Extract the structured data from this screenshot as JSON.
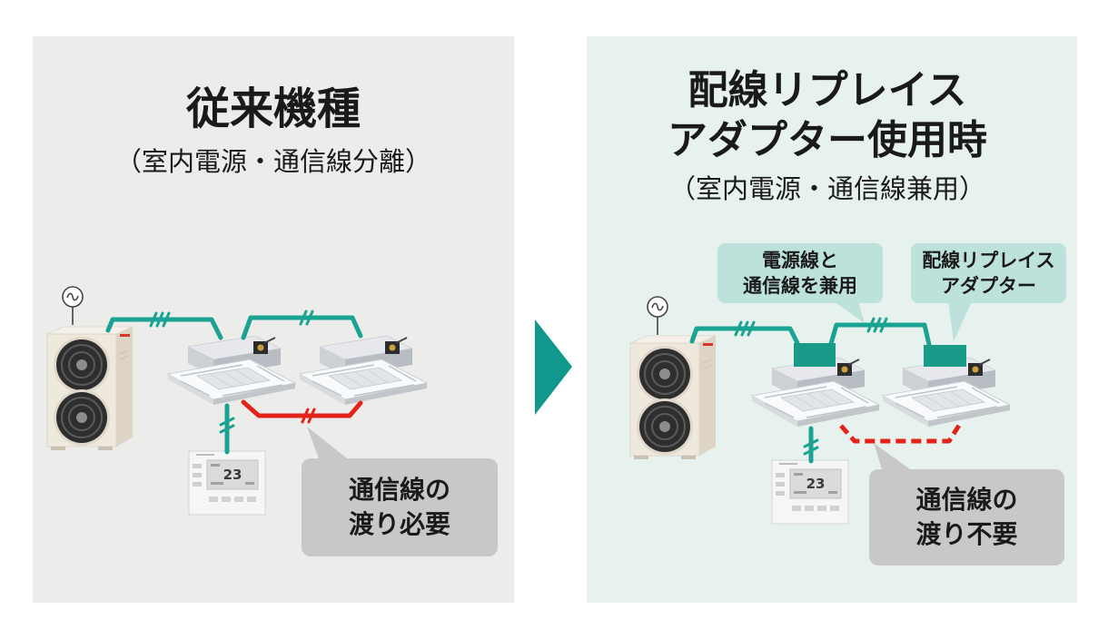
{
  "left_panel": {
    "title": "従来機種",
    "subtitle": "（室内電源・通信線分離）",
    "callout": {
      "line1": "通信線の",
      "line2": "渡り必要"
    }
  },
  "right_panel": {
    "title_line1": "配線リプレイス",
    "title_line2": "アダプター使用時",
    "subtitle": "（室内電源・通信線兼用）",
    "callout_shared_wire": {
      "line1": "電源線と",
      "line2": "通信線を兼用"
    },
    "callout_adapter": {
      "line1": "配線リプレイス",
      "line2": "アダプター"
    },
    "callout": {
      "line1": "通信線の",
      "line2": "渡り不要"
    }
  },
  "remote": {
    "display_temp": "23"
  },
  "icons": {
    "power_source": "ac-power-icon",
    "outdoor_unit": "outdoor-unit-icon",
    "indoor_unit": "ceiling-cassette-icon",
    "remote_controller": "remote-controller-icon",
    "adapter": "wiring-replace-adapter-icon",
    "arrow": "right-arrow-icon"
  },
  "colors": {
    "left_panel_bg": "#ecedeb",
    "right_panel_bg": "#e7f2ef",
    "wire_teal": "#1aa392",
    "arrow_teal": "#0f988b",
    "wire_red": "#e2231a",
    "callout_gray": "#c8c8c8",
    "callout_teal": "#bde2dc",
    "adapter_teal": "#1a9b8a",
    "text": "#1a1a1a"
  }
}
